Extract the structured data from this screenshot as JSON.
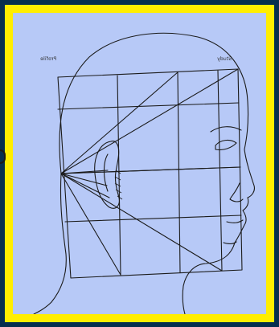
{
  "image": {
    "subject": "head-proportion-diagram",
    "labels": {
      "left": "Profile",
      "right": "Study"
    }
  },
  "colors": {
    "outer_background": "#062f4f",
    "border": "#ffee00",
    "paper": "#b7c9f7",
    "ink": "#1b1b1b"
  }
}
